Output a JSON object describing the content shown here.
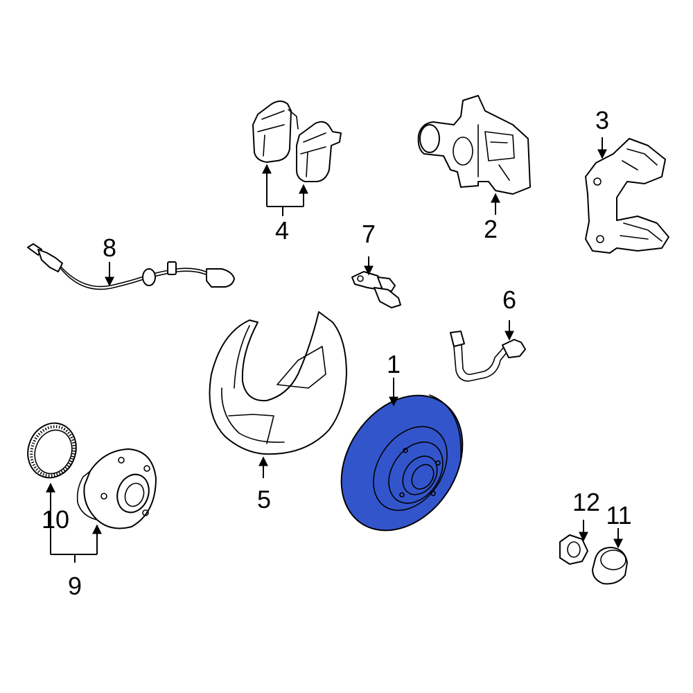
{
  "colors": {
    "highlight": "#3355cc",
    "line": "#000000",
    "background": "#ffffff"
  },
  "highlighted_part": "1",
  "callouts": {
    "part_1": "1",
    "part_2": "2",
    "part_3": "3",
    "part_4": "4",
    "part_5": "5",
    "part_6": "6",
    "part_7": "7",
    "part_8": "8",
    "part_9": "9",
    "part_10": "10",
    "part_11": "11",
    "part_12": "12"
  }
}
